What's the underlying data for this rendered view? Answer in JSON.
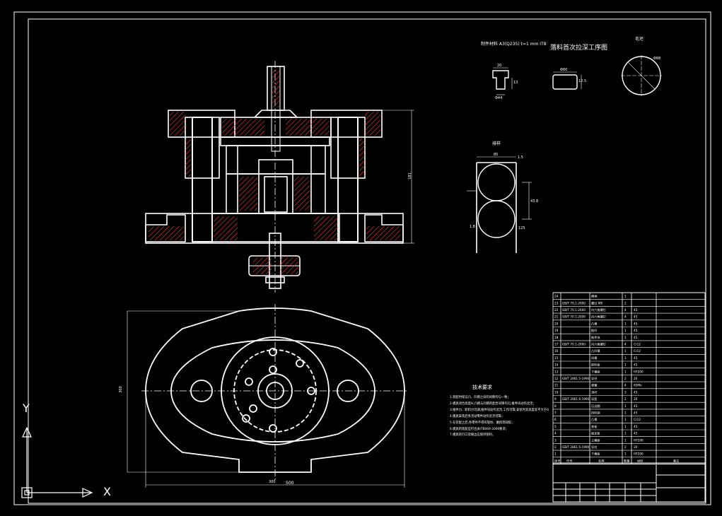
{
  "drawing": {
    "top_note": "制件材料  A3(Q235)  t=1 mm  IT8",
    "process_title": "落料首次拉深工序图",
    "blank_label": "毛坯",
    "layout_label": "排样",
    "tech_req_title": "技术要求",
    "tech_req_lines": [
      "1.装配时保证凸、凹模之间的间隙均匀一致；",
      "2.模具闭合高度H,凸模与凹模的配合间隙均匀,推件块动作灵活；",
      "3.推件力、卸料力可调,推件块动作灵活,工作可靠,安装时其高度差不大于0.2mm；",
      "4.模具安装后各活动零件动作灵活可靠；",
      "5.在装配之后,各零件不得有裂纹、磨损等缺陷；",
      "6.模具的装配应符合JB/T8069-2000要求；",
      "7.模具的刃口及棱边应保持锐利。"
    ],
    "dims": {
      "height": "181",
      "plate_width": "300",
      "plate_width_2": "500",
      "plate_height": "300",
      "cup_top": "20",
      "cup_dia": "Φ44",
      "cup_h": "13",
      "dish_dia": "Φ80",
      "dish_h": "12.5",
      "blank_dia": "Φ88",
      "strip_w": "85",
      "strip_gap": "1.5",
      "strip_pitch": "43.8",
      "strip_edge": "1.8",
      "strip_edge2": "125"
    }
  },
  "axes": {
    "y": "Y",
    "x": "X"
  },
  "bom": {
    "rows": [
      {
        "no": "24",
        "std": "",
        "name": "模柄",
        "qty": "1",
        "mat": "",
        "note": ""
      },
      {
        "no": "23",
        "std": "GB/T 70.1-2000",
        "name": "螺钉 M8",
        "qty": "2",
        "mat": "",
        "note": ""
      },
      {
        "no": "22",
        "std": "GB/T 70.1-2000",
        "name": "内六角螺钉",
        "qty": "4",
        "mat": "45",
        "note": ""
      },
      {
        "no": "21",
        "std": "GB/T 70.1-2000",
        "name": "内六角螺钉",
        "qty": "4",
        "mat": "45",
        "note": ""
      },
      {
        "no": "20",
        "std": "",
        "name": "凸模",
        "qty": "1",
        "mat": "45",
        "note": ""
      },
      {
        "no": "19",
        "std": "",
        "name": "推杆",
        "qty": "1",
        "mat": "45",
        "note": ""
      },
      {
        "no": "18",
        "std": "",
        "name": "推件块",
        "qty": "1",
        "mat": "45",
        "note": ""
      },
      {
        "no": "17",
        "std": "GB/T 70.1-2000",
        "name": "内六角螺钉",
        "qty": "4",
        "mat": "Cr12",
        "note": ""
      },
      {
        "no": "16",
        "std": "",
        "name": "凸凹模",
        "qty": "1",
        "mat": "Cr12",
        "note": ""
      },
      {
        "no": "15",
        "std": "",
        "name": "凹模",
        "qty": "1",
        "mat": "45",
        "note": ""
      },
      {
        "no": "14",
        "std": "",
        "name": "卸料板",
        "qty": "1",
        "mat": "45",
        "note": ""
      },
      {
        "no": "13",
        "std": "",
        "name": "下模座",
        "qty": "1",
        "mat": "HT200",
        "note": ""
      },
      {
        "no": "12",
        "std": "GB/T 2861.5-1990",
        "name": "导柱",
        "qty": "2",
        "mat": "20",
        "note": ""
      },
      {
        "no": "11",
        "std": "",
        "name": "弹簧",
        "qty": "4",
        "mat": "65Mn",
        "note": ""
      },
      {
        "no": "10",
        "std": "",
        "name": "顶杆",
        "qty": "3",
        "mat": "45",
        "note": ""
      },
      {
        "no": "9",
        "std": "GB/T 2861.6-1990",
        "name": "导套",
        "qty": "2",
        "mat": "20",
        "note": ""
      },
      {
        "no": "8",
        "std": "",
        "name": "压边圈",
        "qty": "1",
        "mat": "45",
        "note": ""
      },
      {
        "no": "7",
        "std": "",
        "name": "挡料销",
        "qty": "1",
        "mat": "45",
        "note": ""
      },
      {
        "no": "6",
        "std": "",
        "name": "凸模",
        "qty": "1",
        "mat": "Cr12",
        "note": ""
      },
      {
        "no": "5",
        "std": "",
        "name": "垫板",
        "qty": "1",
        "mat": "45",
        "note": ""
      },
      {
        "no": "4",
        "std": "",
        "name": "固定板",
        "qty": "1",
        "mat": "45",
        "note": ""
      },
      {
        "no": "3",
        "std": "",
        "name": "上模座",
        "qty": "1",
        "mat": "HT200",
        "note": ""
      },
      {
        "no": "2",
        "std": "GB/T 2861.5-1990",
        "name": "导柱",
        "qty": "2",
        "mat": "20",
        "note": ""
      },
      {
        "no": "1",
        "std": "",
        "name": "下模板",
        "qty": "1",
        "mat": "HT200",
        "note": ""
      }
    ],
    "header": {
      "no": "序号",
      "std": "代号",
      "name": "名称",
      "qty": "数量",
      "mat": "材料",
      "note": "备注"
    }
  }
}
